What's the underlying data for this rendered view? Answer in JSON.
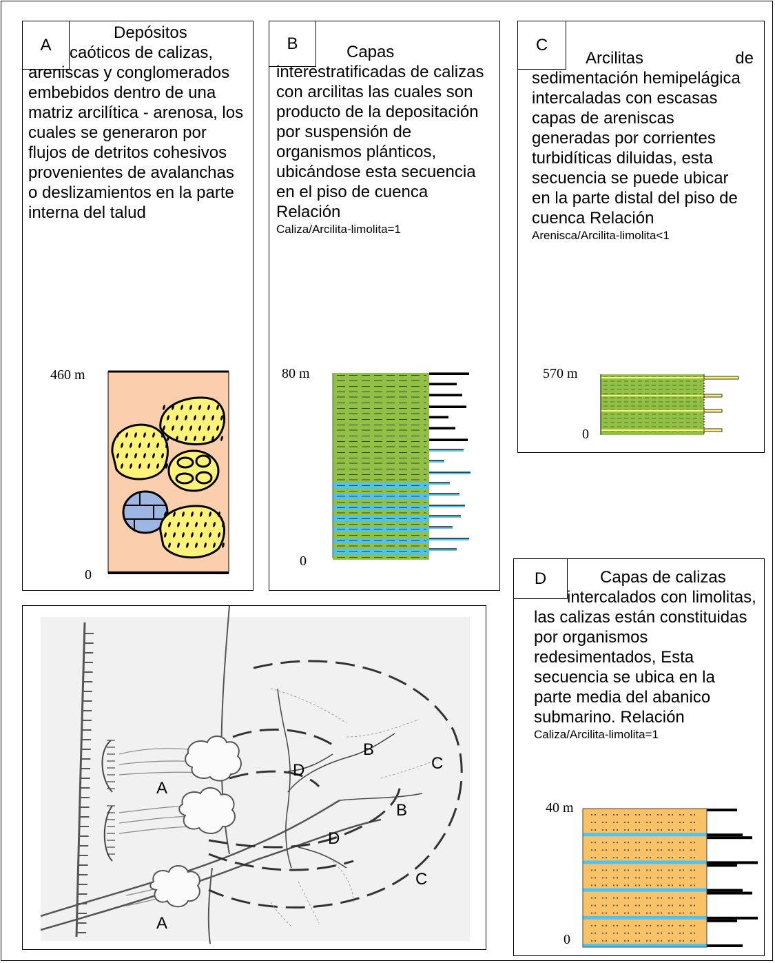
{
  "panels": {
    "A": {
      "tag": "A",
      "text_first": "Depósitos",
      "text_rest": "caóticos de calizas, areniscas y conglomerados embebidos dentro de una matriz arcilítica - arenosa, los cuales se generaron por flujos de detritos cohesivos provenientes de avalanchas o deslizamientos en la parte interna del talud",
      "top_label": "460 m",
      "bottom_label": "0"
    },
    "B": {
      "tag": "B",
      "text_first": "Capas",
      "text_rest": "interestratificadas de calizas con arcilitas las cuales son producto de la depositación por suspensión de organismos plánticos, ubicándose esta secuencia en el piso de cuenca Relación",
      "text_small": "Caliza/Arcilita-limolita=1",
      "top_label": "80 m",
      "bottom_label": "0"
    },
    "C": {
      "tag": "C",
      "text_first": "Arcilitas de",
      "text_rest": "sedimentación hemipelágica intercaladas con escasas capas de areniscas generadas por corrientes turbidíticas diluidas, esta secuencia se puede ubicar en la parte distal del piso de cuenca Relación",
      "text_small": "Arenisca/Arcilita-limolita<1",
      "top_label": "570 m",
      "bottom_label": "0"
    },
    "D": {
      "tag": "D",
      "text_first": "Capas de calizas",
      "text_rest": "intercalados con limolitas, las calizas están constituidas por organismos redesimentados, Esta secuencia se ubica en la parte media del abanico submarino. Relación",
      "text_small": "Caliza/Arcilita-limolita=1",
      "top_label": "40 m",
      "bottom_label": "0"
    }
  },
  "map": {
    "labels": [
      "A",
      "A",
      "B",
      "B",
      "C",
      "C",
      "D",
      "D"
    ]
  },
  "colors": {
    "matrix": "#fbcfae",
    "clast_yellow": "#fff27a",
    "limestone_blue": "#9db6e2",
    "shale_green": "#92c046",
    "limestone_cyan": "#4fc3f0",
    "sand_orange": "#f9c267",
    "map_bg": "#f1f1f1"
  },
  "icons": [
    "limestone-clast-icon",
    "conglomerate-clast-icon",
    "sandstone-clast-icon"
  ]
}
